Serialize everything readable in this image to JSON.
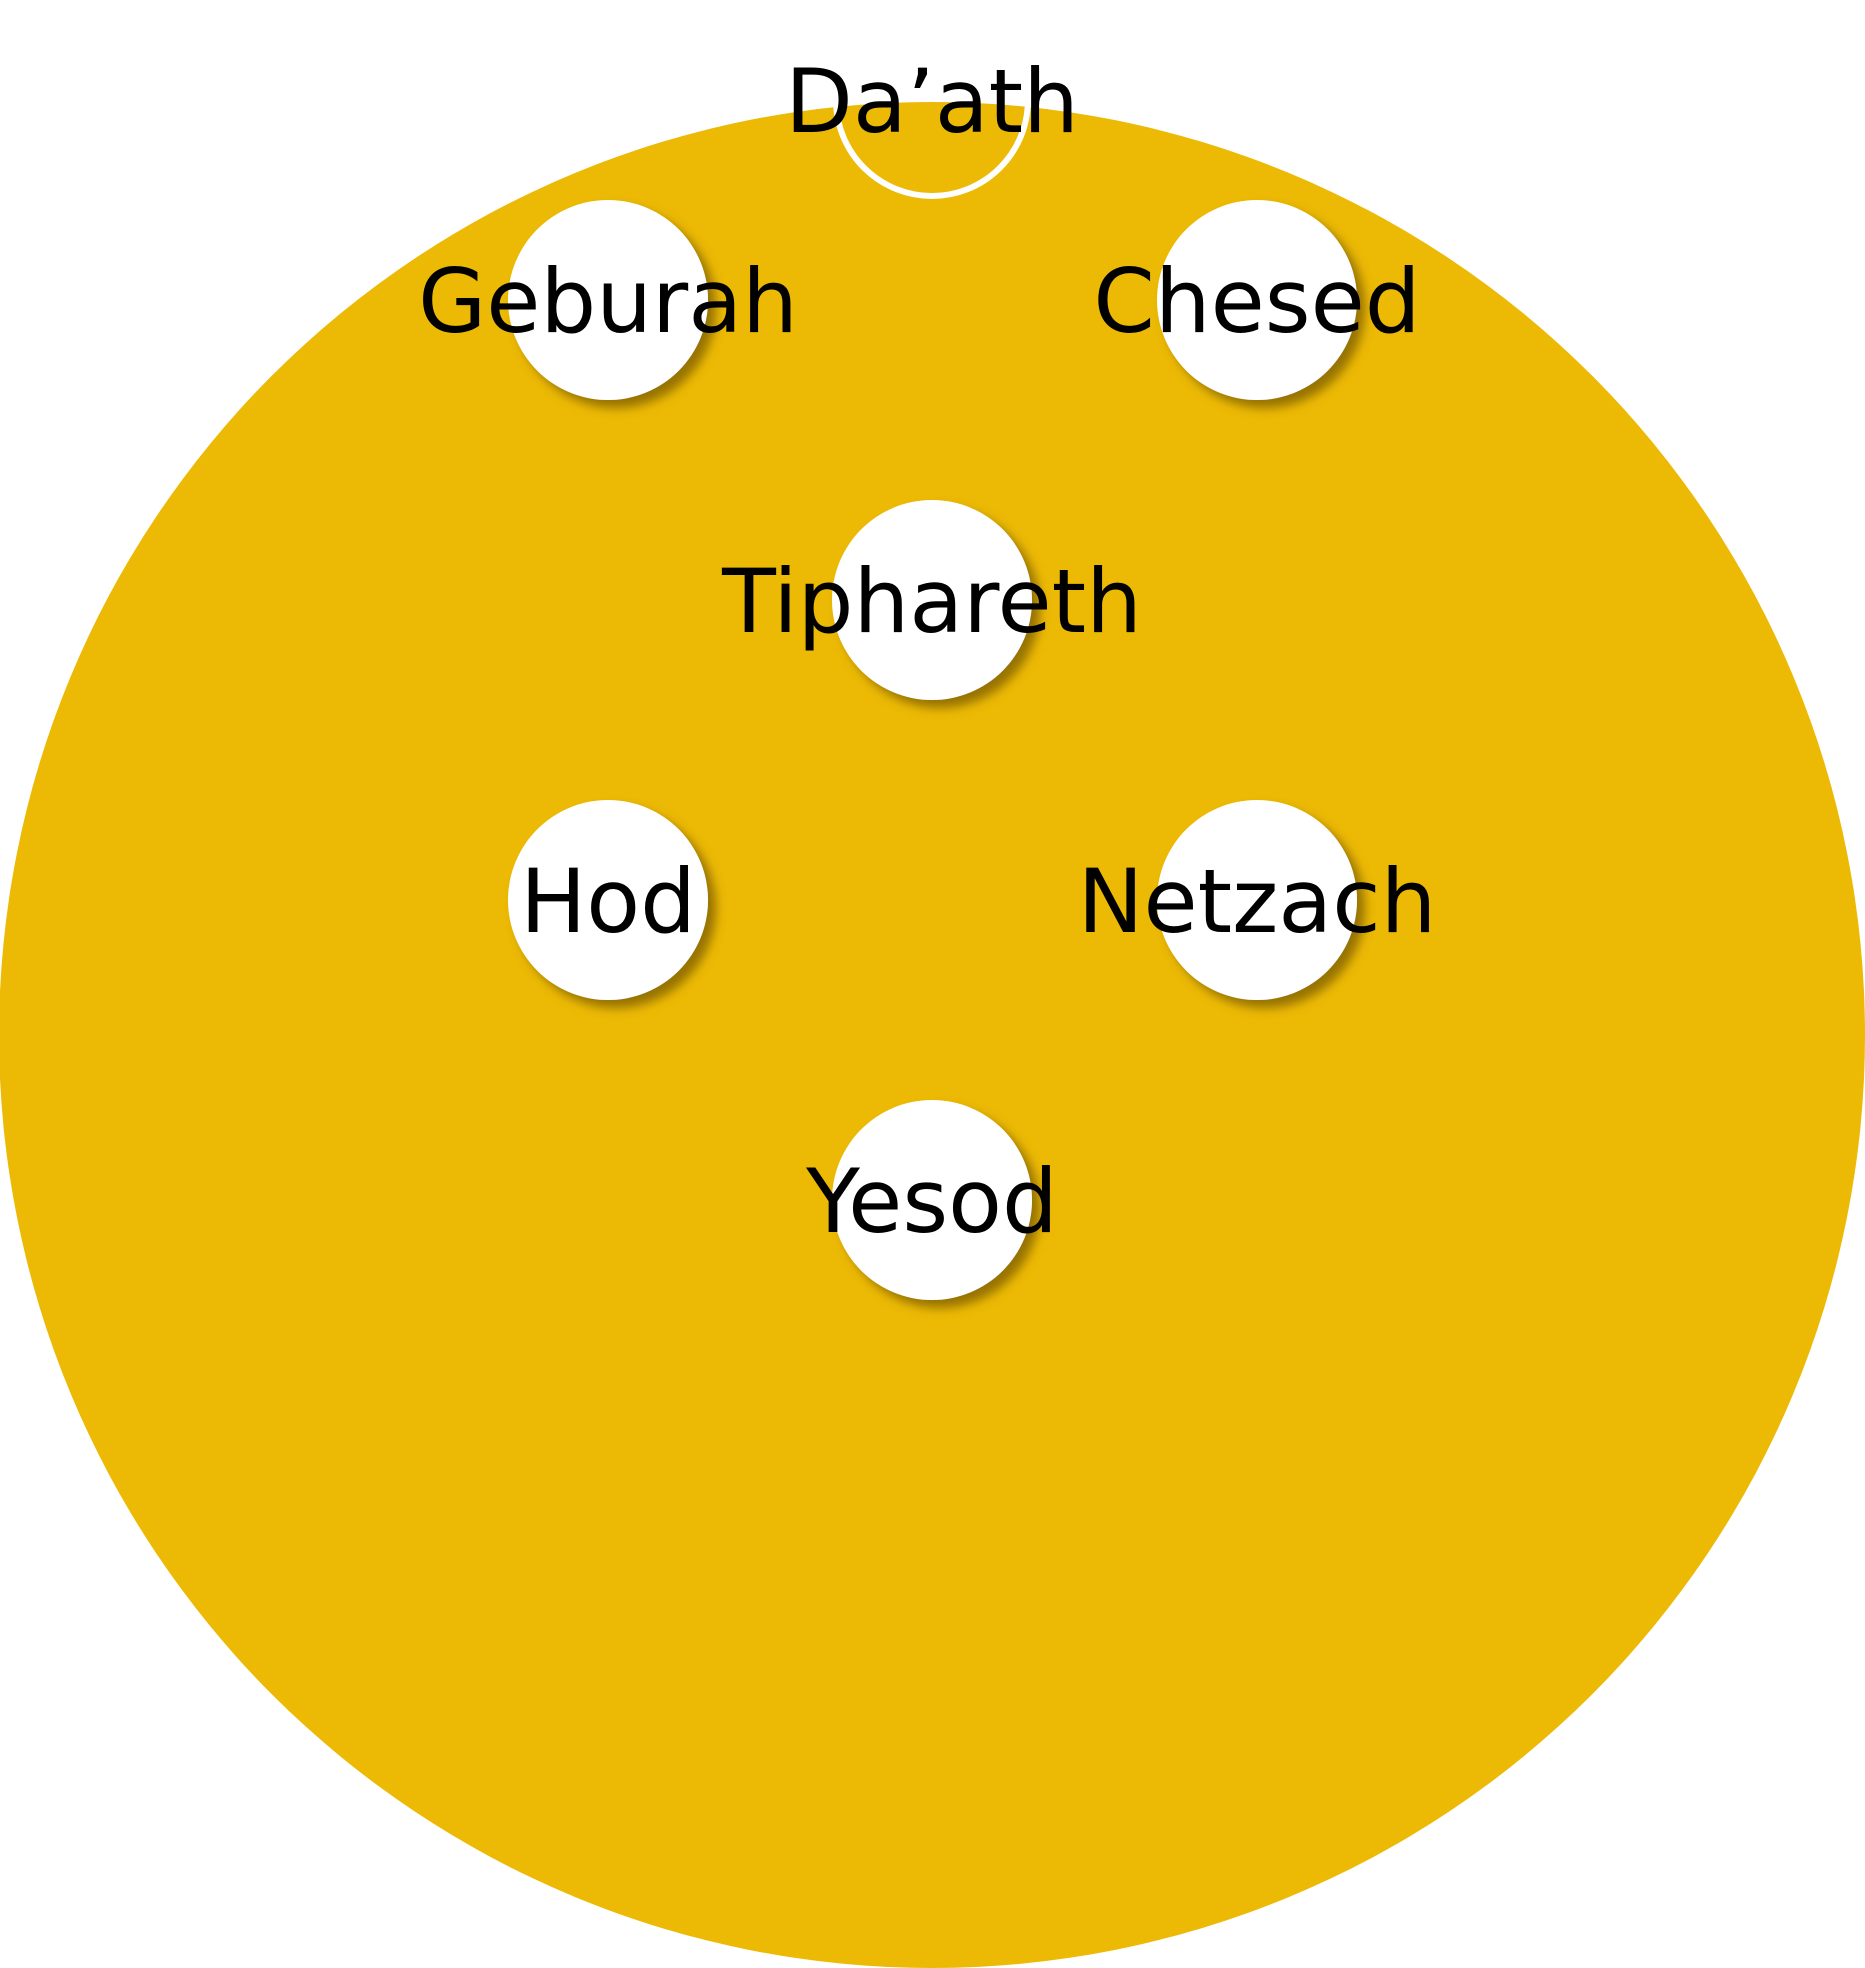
{
  "colors": {
    "background": "#ffffff",
    "disc": "#ECB904",
    "node_fill": "#ffffff",
    "node_stroke": "#ffffff",
    "label": "#000000",
    "shadow": "#8a6a00"
  },
  "nodes": [
    {
      "id": "daath",
      "label": "Da’ath",
      "style": "outline"
    },
    {
      "id": "geburah",
      "label": "Geburah",
      "style": "filled"
    },
    {
      "id": "chesed",
      "label": "Chesed",
      "style": "filled"
    },
    {
      "id": "tiphareth",
      "label": "Tiphareth",
      "style": "filled"
    },
    {
      "id": "hod",
      "label": "Hod",
      "style": "filled"
    },
    {
      "id": "netzach",
      "label": "Netzach",
      "style": "filled"
    },
    {
      "id": "yesod",
      "label": "Yesod",
      "style": "filled"
    }
  ]
}
